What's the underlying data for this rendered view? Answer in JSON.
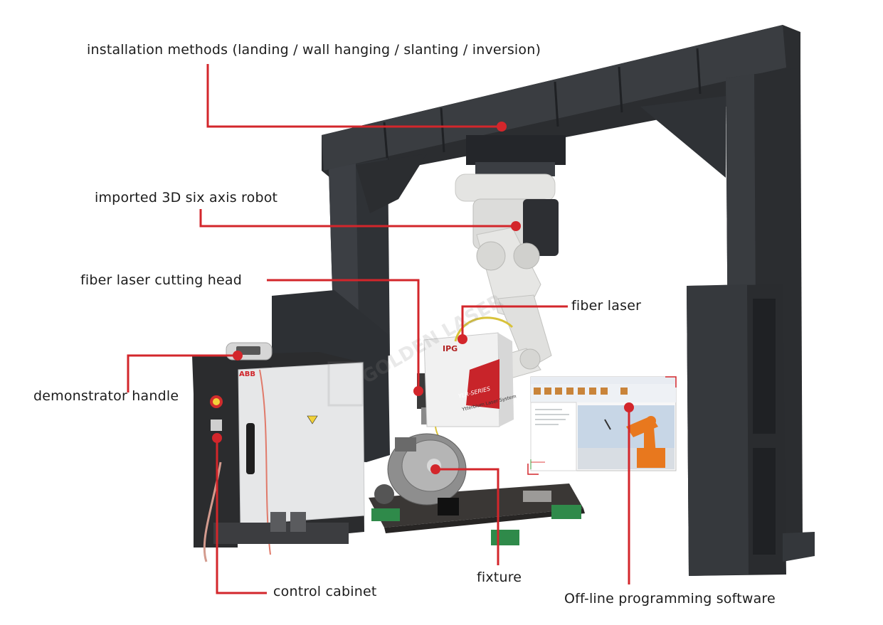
{
  "labels": {
    "installation": "installation methods (landing / wall hanging / slanting / inversion)",
    "robot": "imported 3D six axis robot",
    "cutting_head": "fiber laser cutting head",
    "fiber_laser": "fiber laser",
    "handle": "demonstrator handle",
    "fixture": "fixture",
    "cabinet": "control cabinet",
    "offline": "Off-line programming software"
  },
  "product_text": {
    "cabinet_brand": "ABB",
    "laser_brand": "IPG",
    "laser_series": "YLR-SERIES",
    "laser_system": "Ytterbium Laser System"
  },
  "watermark": "GOLDEN LASER",
  "colors": {
    "callout_red": "#d3262b",
    "frame_black": "#2b2d30",
    "robot_white": "#e4e4e2",
    "robot_orange": "#e8781e",
    "base_green": "#2f8a4a"
  }
}
